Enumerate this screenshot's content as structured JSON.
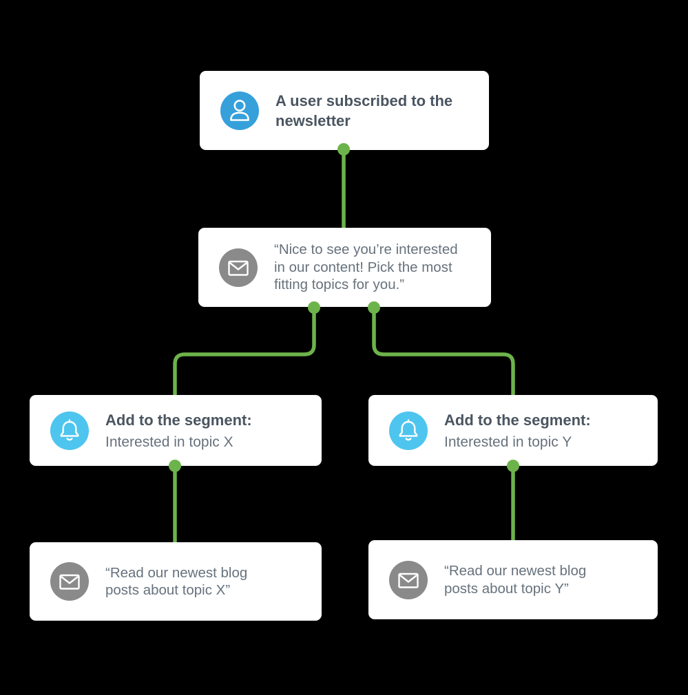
{
  "colors": {
    "canvas_bg": "#000000",
    "node_bg": "#ffffff",
    "connector": "#6db34b",
    "user_icon_bg": "#36a0db",
    "bell_icon_bg": "#4ec5ee",
    "envelope_icon_bg": "#8a8a8a",
    "title_text": "#4a5560",
    "body_text": "#67727d"
  },
  "nodes": {
    "trigger": {
      "icon": "user-icon",
      "title": "A user subscribed to the\nnewsletter"
    },
    "pick_topics": {
      "icon": "envelope-icon",
      "message": "“Nice to see you’re interested\nin our content! Pick the most\nfitting topics for you.”"
    },
    "segment_x": {
      "icon": "bell-icon",
      "title": "Add to the segment:",
      "subtitle": "Interested in topic X"
    },
    "segment_y": {
      "icon": "bell-icon",
      "title": "Add to the segment:",
      "subtitle": "Interested in topic Y"
    },
    "blog_x": {
      "icon": "envelope-icon",
      "message": "“Read our newest blog\nposts about topic X”"
    },
    "blog_y": {
      "icon": "envelope-icon",
      "message": "“Read our newest blog\nposts about topic Y”"
    }
  }
}
